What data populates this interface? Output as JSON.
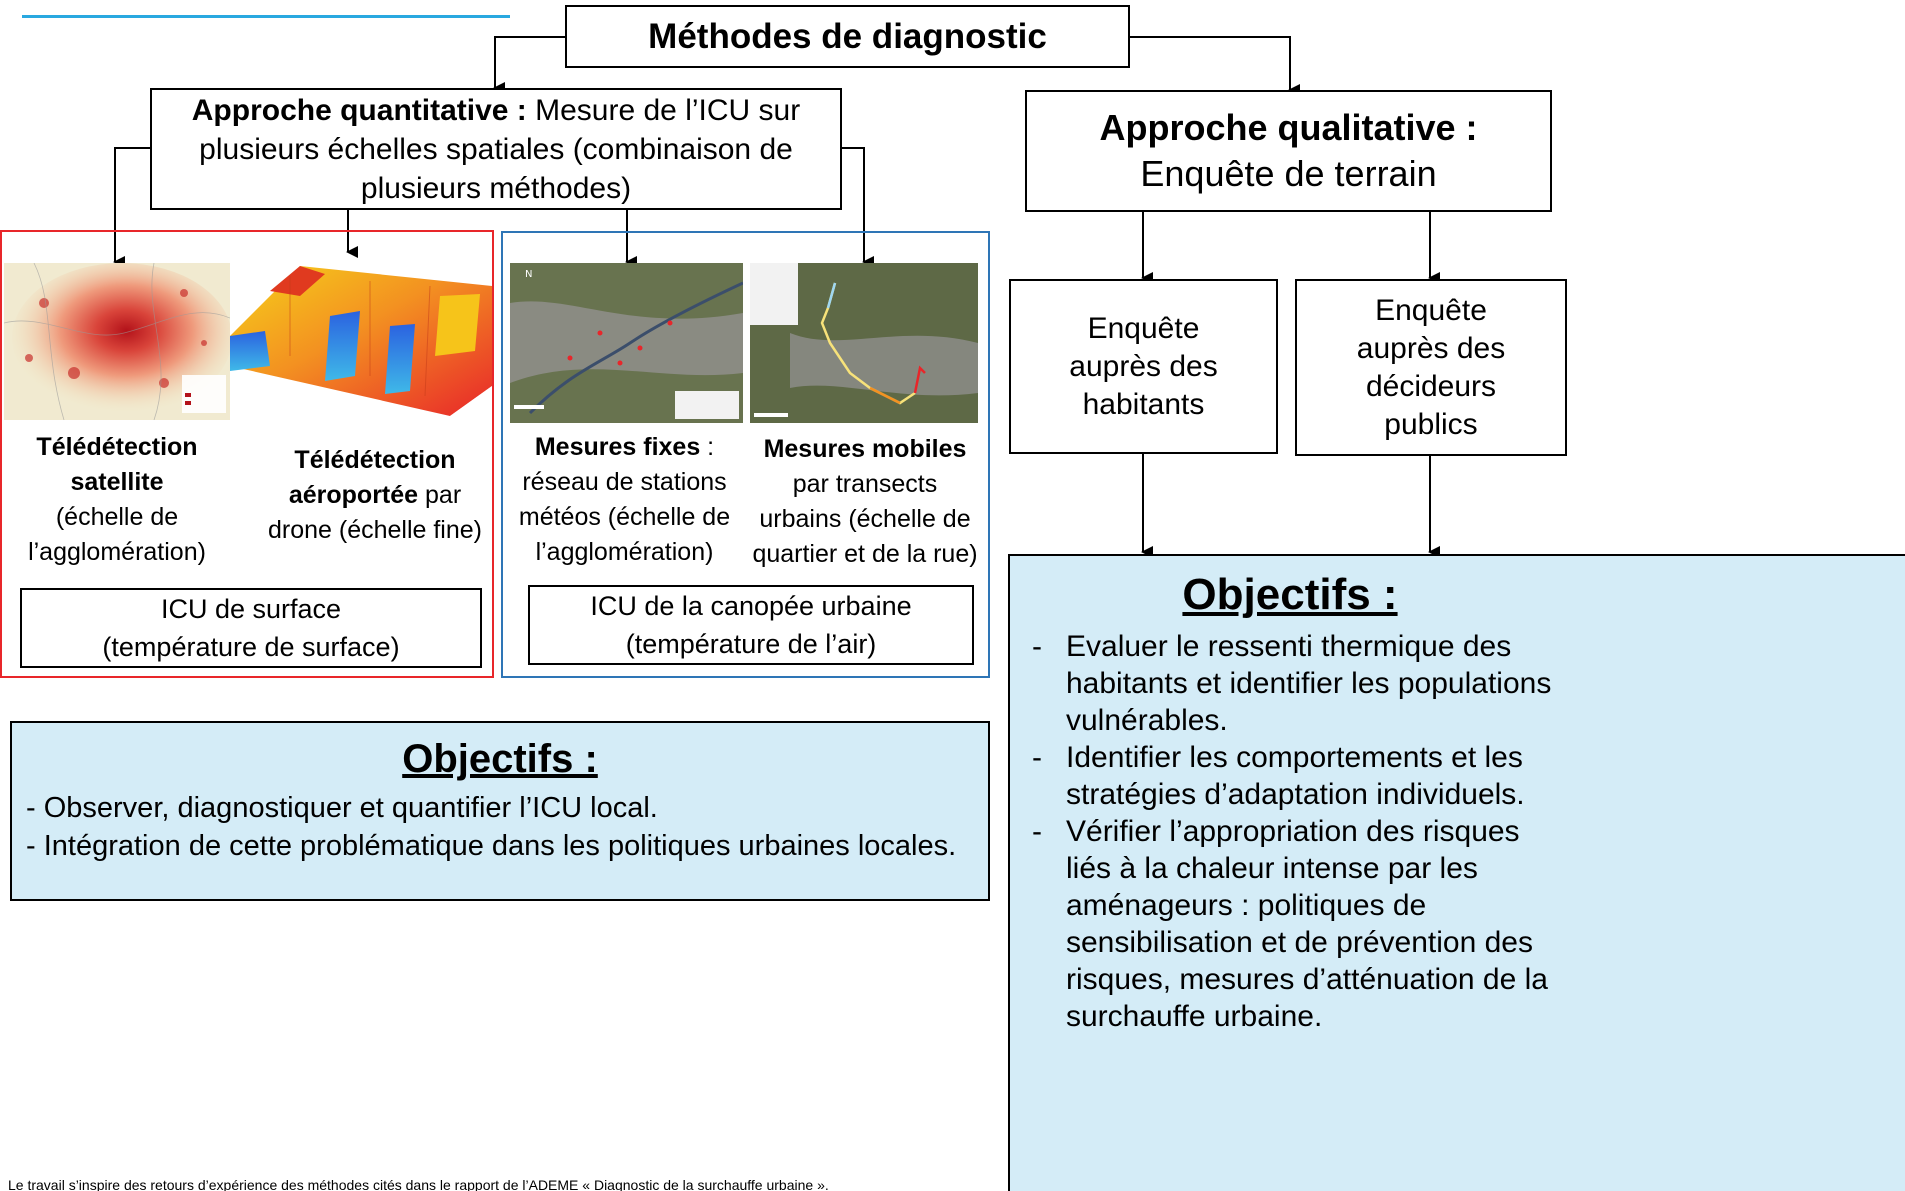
{
  "title": "Méthodes de diagnostic",
  "quantitative": {
    "lead": "Approche quantitative :",
    "text": " Mesure de l’ICU sur plusieurs échelles spatiales (combinaison de plusieurs méthodes)"
  },
  "qualitative": {
    "lead": "Approche qualitative :",
    "text": "Enquête de terrain"
  },
  "methods": {
    "satellite": {
      "bold": "Télédétection satellite",
      "rest": "(échelle de l’agglomération)"
    },
    "drone": {
      "bold": "Télédétection aéroportée",
      "rest": " par drone (échelle fine)"
    },
    "fixed": {
      "bold": "Mesures fixes",
      "rest": " : réseau de stations météos (échelle de l’agglomération)"
    },
    "mobile": {
      "bold": "Mesures mobiles",
      "rest": " par transects urbains (échelle de quartier et de la rue)"
    }
  },
  "surface_box": {
    "line1": "ICU de surface",
    "line2": "(température de surface)"
  },
  "canopy_box": {
    "line1": "ICU de la canopée urbaine",
    "line2": "(température de l’air)"
  },
  "survey": {
    "inhabitants": "Enquête auprès des habitants",
    "decision_makers": "Enquête auprès des décideurs publics"
  },
  "objectives_left": {
    "title": "Objectifs :",
    "items": [
      "- Observer, diagnostiquer et quantifier l’ICU local.",
      "- Intégration de cette problématique dans les politiques urbaines locales."
    ]
  },
  "objectives_right": {
    "title": "Objectifs :",
    "items": [
      "Evaluer le ressenti thermique des habitants et identifier les populations vulnérables.",
      "Identifier les comportements et les stratégies d’adaptation individuels.",
      "Vérifier l’appropriation des risques liés à la chaleur intense par les aménageurs : politiques de sensibilisation et de prévention des risques, mesures d’atténuation de la surchauffe urbaine."
    ]
  },
  "footnote": "Le travail s’inspire des retours d’expérience des méthodes cités dans le rapport de l’ADEME « Diagnostic de la surchauffe urbaine ».",
  "colors": {
    "accent_line": "#29a8e0",
    "red_frame": "#e8262a",
    "blue_frame": "#2e75b6",
    "objectives_fill": "#d4ecf7"
  }
}
